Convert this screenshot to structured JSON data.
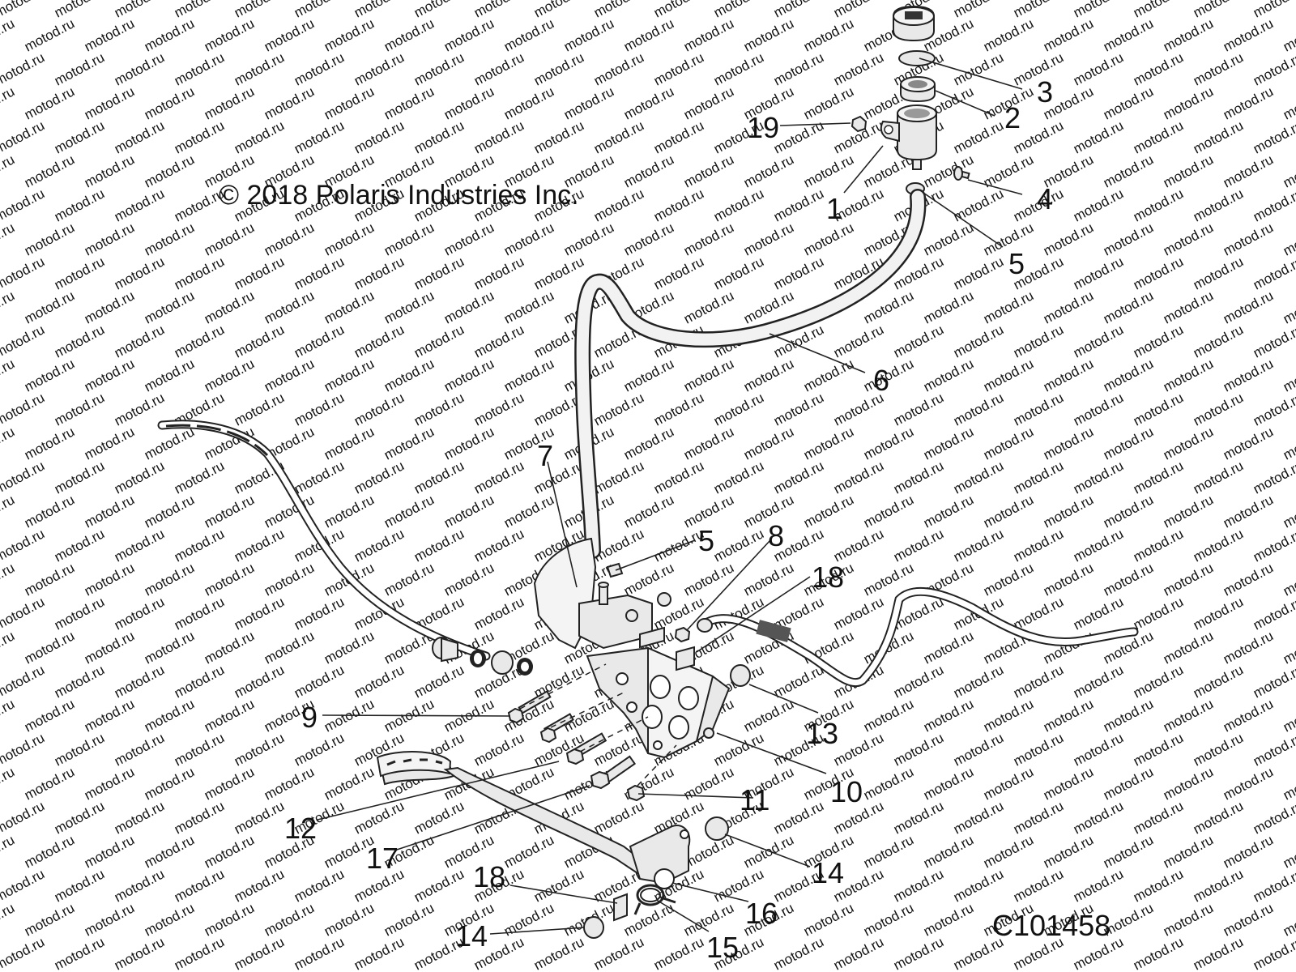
{
  "watermark": "motod.ru",
  "copyright": "© 2018 Polaris Industries Inc.",
  "drawing_id": "C101458",
  "callouts": [
    "1",
    "2",
    "3",
    "4",
    "5",
    "5",
    "6",
    "7",
    "8",
    "9",
    "10",
    "11",
    "12",
    "13",
    "14",
    "14",
    "15",
    "16",
    "17",
    "18",
    "18",
    "19"
  ]
}
